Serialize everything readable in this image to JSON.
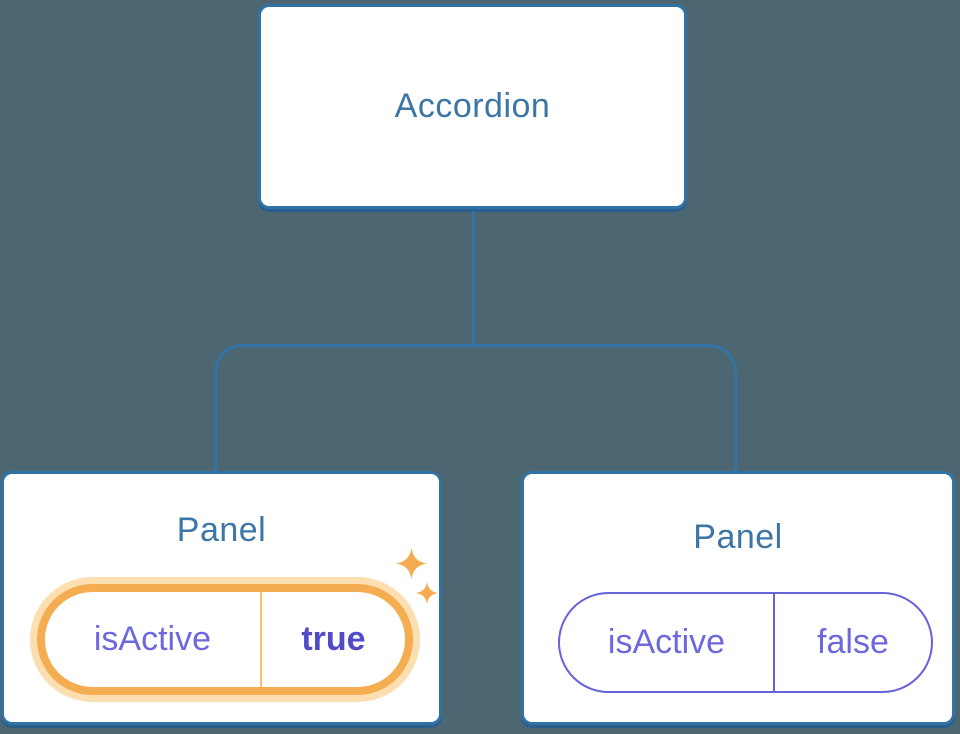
{
  "diagram": {
    "description": "Component tree diagram: Accordion parent with two Panel children showing isActive prop state",
    "root": {
      "label": "Accordion"
    },
    "panels": [
      {
        "title": "Panel",
        "prop_name": "isActive",
        "prop_value": "true",
        "active": true,
        "highlight": "orange ring with sparkles"
      },
      {
        "title": "Panel",
        "prop_name": "isActive",
        "prop_value": "false",
        "active": false
      }
    ],
    "icons": [
      "sparkle-icon-large",
      "sparkle-icon-small"
    ]
  },
  "colors": {
    "bg": "#4C6771",
    "node-border": "#3273A6",
    "node-shadow": "#2A5E8C",
    "node-text": "#3B76A7",
    "connector": "#3273A6",
    "prop-text": "#6C69DF",
    "prop-value-active": "#504BC8",
    "highlight-ring": "#F5AD52",
    "highlight-glow": "#FCDFB0",
    "highlight-divider": "#F8C26C",
    "sparkle": "#F5AC50",
    "pill-border": "#6663DA",
    "node-fill": "#FFFFFF"
  }
}
